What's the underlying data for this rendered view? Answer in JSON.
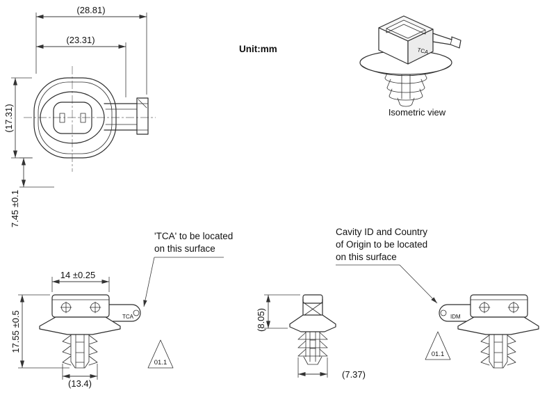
{
  "header": {
    "unit": "Unit:mm"
  },
  "isometric": {
    "label": "Isometric view",
    "tab_text": "TCA"
  },
  "top_view": {
    "dim_overall_width": "(28.81)",
    "dim_body_width": "(23.31)",
    "dim_height": "(17.31)",
    "dim_tab_offset": "7.45 ±0.1"
  },
  "front_view": {
    "dim_head_width": "14 ±0.25",
    "dim_total_height": "17.55 ±0.5",
    "dim_stem_width": "(13.4)",
    "tab_text": "TCA",
    "revision_flag": "01.1"
  },
  "side_view": {
    "dim_height": "(8.05)",
    "dim_stem_width": "(7.37)"
  },
  "rear_view": {
    "tab_text": "IDM",
    "revision_flag": "01.1"
  },
  "annotations": {
    "tca_note": [
      "'TCA' to be located",
      "on this surface"
    ],
    "cavity_note": [
      "Cavity ID and Country",
      "of Origin to be located",
      "on this surface"
    ]
  }
}
